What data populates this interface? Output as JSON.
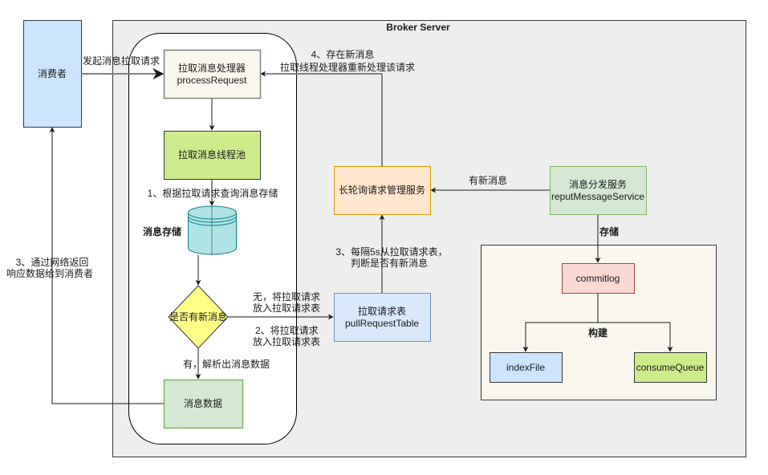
{
  "diagram": {
    "title": "Broker Server",
    "nodes": {
      "consumer": {
        "label": "消费者",
        "fill": "#cce5ff",
        "stroke": "#36393d"
      },
      "process_request": {
        "line1": "拉取消息处理器",
        "line2": "processRequest",
        "fill": "#f9f7ed",
        "stroke": "#808080"
      },
      "thread_pool": {
        "label": "拉取消息线程池",
        "fill": "#cdeb8b",
        "stroke": "#36393d"
      },
      "message_store": {
        "label": "消息存储",
        "fill": "#b0e3e6",
        "stroke": "#0e8088"
      },
      "has_new_message": {
        "label": "是否有新消息",
        "fill": "#ffff88",
        "stroke": "#36393d"
      },
      "message_data": {
        "label": "消息数据",
        "fill": "#d5e8d4",
        "stroke": "#82b366"
      },
      "pull_request_table": {
        "line1": "拉取请求表",
        "line2": "pullRequestTable",
        "fill": "#dae8fc",
        "stroke": "#6c8ebf"
      },
      "long_polling_service": {
        "label": "长轮询请求管理服务",
        "fill": "#ffe6cc",
        "stroke": "#d79b00"
      },
      "reput_message_service": {
        "line1": "消息分发服务",
        "line2": "reputMessageService",
        "fill": "#d5e8d4",
        "stroke": "#82b366"
      },
      "commitlog": {
        "label": "commitlog",
        "fill": "#fad9d5",
        "stroke": "#ae4132"
      },
      "index_file": {
        "label": "indexFile",
        "fill": "#cce5ff",
        "stroke": "#36393d"
      },
      "consume_queue": {
        "label": "consumeQueue",
        "fill": "#cdeb8b",
        "stroke": "#36393d"
      }
    },
    "edge_labels": {
      "initiate_pull": "发起消息拉取请求",
      "new_msg_reprocess_1": "4、存在新消息",
      "new_msg_reprocess_2": "拉取线程处理器重新处理该请求",
      "query_store": "1、根据拉取请求查询消息存储",
      "none_put_1": "无，将拉取请求",
      "none_put_2": "放入拉取请求表",
      "step2_put_1": "2、将拉取请求",
      "step2_put_2": "放入拉取请求表",
      "has_parse": "有，解析出消息数据",
      "return_1": "3、通过网络返回",
      "return_2": "响应数据给到消费者",
      "check_every_1": "3、每隔5s从拉取请求表，",
      "check_every_2": "判断是否有新消息",
      "has_new_msg": "有新消息",
      "store": "存储",
      "build": "构建"
    },
    "colors": {
      "broker_bg": "#eeeeee",
      "storage_bg": "#f9f7ed",
      "edge": "#1a1a1a"
    }
  }
}
